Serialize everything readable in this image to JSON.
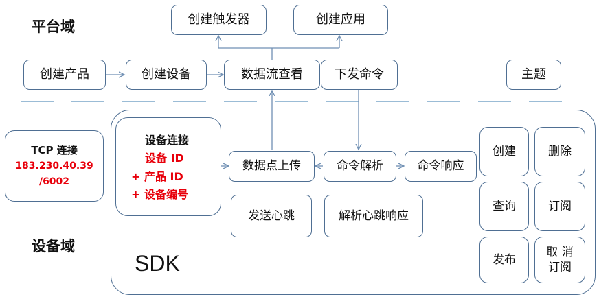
{
  "domains": {
    "platform": "平台域",
    "device": "设备域"
  },
  "platform": {
    "create_trigger": "创建触发器",
    "create_app": "创建应用",
    "create_product": "创建产品",
    "create_device": "创建设备",
    "datastream": "数据流查看",
    "send_command": "下发命令",
    "topic": "主题"
  },
  "tcp": {
    "title": "TCP 连接",
    "ip": "183.230.40.39",
    "port": "/6002"
  },
  "connect": {
    "title": "设备连接",
    "line1": "设备 ID",
    "line2": "+ 产品 ID",
    "line3": "+ 设备编号"
  },
  "sdk": {
    "title": "SDK",
    "upload": "数据点上传",
    "parse": "命令解析",
    "response": "命令响应",
    "heartbeat": "发送心跳",
    "heartbeat_parse": "解析心跳响应"
  },
  "topic_ops": {
    "create": "创建",
    "delete": "删除",
    "query": "查询",
    "subscribe": "订阅",
    "publish": "发布",
    "unsub_1": "取 消",
    "unsub_2": "订阅"
  },
  "colors": {
    "border": "#4f6f93",
    "arrow": "#6f8fb3",
    "dash": "#7aa5c9",
    "red": "#e8000b"
  }
}
